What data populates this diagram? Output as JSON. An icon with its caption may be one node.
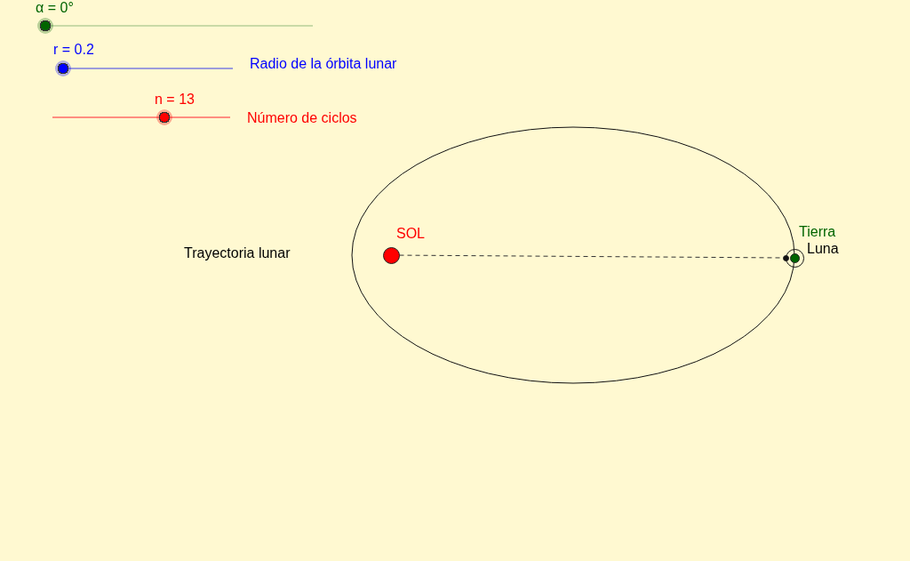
{
  "diagram": {
    "nodes": [
      {
        "text": [
          "SOL"
        ]
      },
      {
        "text": [
          "Luna"
        ]
      },
      {
        "text": [
          "Tierra"
        ]
      }
    ],
    "edges": [
      {
        "from": 0,
        "to": 1,
        "arrow": "none",
        "style": "dashed"
      }
    ],
    "labels": [
      "α = 0°",
      "r = 0.2",
      "Radio de la órbita lunar",
      "n = 13",
      "Número de ciclos",
      "Trayectoria lunar"
    ]
  }
}
